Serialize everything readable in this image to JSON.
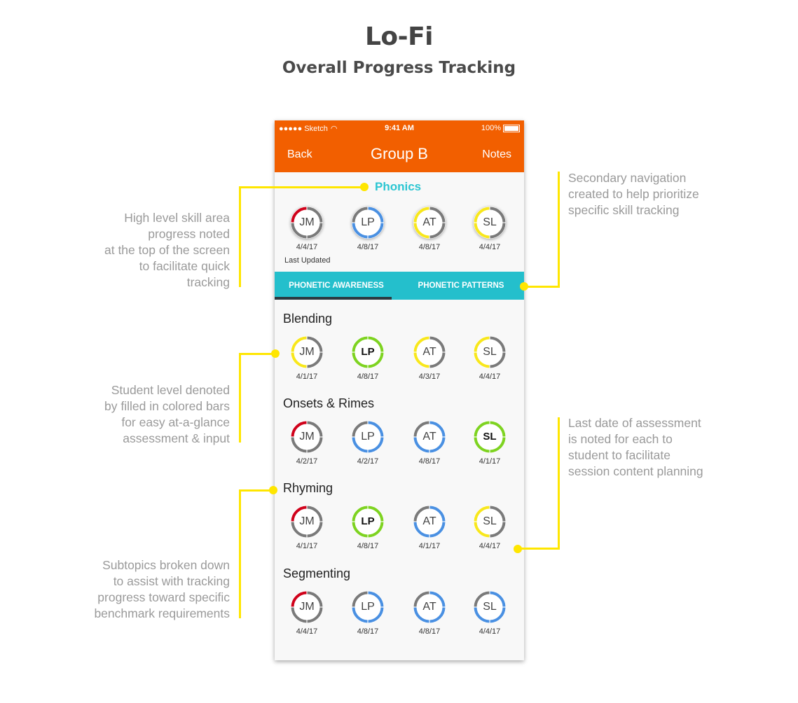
{
  "page": {
    "title": "Lo-Fi",
    "subtitle": "Overall Progress Tracking"
  },
  "status_bar": {
    "carrier": "●●●●● Sketch",
    "time": "9:41 AM",
    "battery": "100%"
  },
  "nav": {
    "back": "Back",
    "title": "Group B",
    "notes": "Notes"
  },
  "phonics": {
    "label": "Phonics",
    "last_updated_label": "Last Updated",
    "students": [
      {
        "initials": "JM",
        "date": "4/4/17",
        "color": "#d0021b",
        "filled_quarters": [
          3
        ]
      },
      {
        "initials": "LP",
        "date": "4/8/17",
        "color": "#4a90e2",
        "filled_quarters": [
          0,
          1,
          2
        ]
      },
      {
        "initials": "AT",
        "date": "4/8/17",
        "color": "#f8e71c",
        "filled_quarters": [
          2,
          3
        ]
      },
      {
        "initials": "SL",
        "date": "4/4/17",
        "color": "#f8e71c",
        "filled_quarters": [
          2,
          3
        ]
      }
    ]
  },
  "tabs": [
    {
      "label": "PHONETIC AWARENESS",
      "active": true
    },
    {
      "label": "PHONETIC PATTERNS",
      "active": false
    }
  ],
  "sections": [
    {
      "title": "Blending",
      "students": [
        {
          "initials": "JM",
          "date": "4/1/17",
          "color": "#f8e71c",
          "filled_quarters": [
            2,
            3
          ]
        },
        {
          "initials": "LP",
          "date": "4/8/17",
          "color": "#7ed321",
          "filled_quarters": [
            0,
            1,
            2,
            3
          ]
        },
        {
          "initials": "AT",
          "date": "4/3/17",
          "color": "#f8e71c",
          "filled_quarters": [
            2,
            3
          ]
        },
        {
          "initials": "SL",
          "date": "4/4/17",
          "color": "#f8e71c",
          "filled_quarters": [
            2,
            3
          ]
        }
      ]
    },
    {
      "title": "Onsets & Rimes",
      "students": [
        {
          "initials": "JM",
          "date": "4/2/17",
          "color": "#d0021b",
          "filled_quarters": [
            3
          ]
        },
        {
          "initials": "LP",
          "date": "4/2/17",
          "color": "#4a90e2",
          "filled_quarters": [
            0,
            1,
            2
          ]
        },
        {
          "initials": "AT",
          "date": "4/8/17",
          "color": "#4a90e2",
          "filled_quarters": [
            0,
            1,
            2
          ]
        },
        {
          "initials": "SL",
          "date": "4/1/17",
          "color": "#7ed321",
          "filled_quarters": [
            0,
            1,
            2,
            3
          ]
        }
      ]
    },
    {
      "title": "Rhyming",
      "students": [
        {
          "initials": "JM",
          "date": "4/1/17",
          "color": "#d0021b",
          "filled_quarters": [
            3
          ]
        },
        {
          "initials": "LP",
          "date": "4/8/17",
          "color": "#7ed321",
          "filled_quarters": [
            0,
            1,
            2,
            3
          ]
        },
        {
          "initials": "AT",
          "date": "4/1/17",
          "color": "#4a90e2",
          "filled_quarters": [
            0,
            1,
            2
          ]
        },
        {
          "initials": "SL",
          "date": "4/4/17",
          "color": "#f8e71c",
          "filled_quarters": [
            2,
            3
          ]
        }
      ]
    },
    {
      "title": "Segmenting",
      "students": [
        {
          "initials": "JM",
          "date": "4/4/17",
          "color": "#d0021b",
          "filled_quarters": [
            3
          ]
        },
        {
          "initials": "LP",
          "date": "4/8/17",
          "color": "#4a90e2",
          "filled_quarters": [
            0,
            1,
            2
          ]
        },
        {
          "initials": "AT",
          "date": "4/8/17",
          "color": "#4a90e2",
          "filled_quarters": [
            0,
            1,
            2
          ]
        },
        {
          "initials": "SL",
          "date": "4/4/17",
          "color": "#4a90e2",
          "filled_quarters": [
            0,
            1,
            2
          ]
        }
      ]
    }
  ],
  "annotations": {
    "skill_area": [
      "High level skill area",
      "progress noted",
      "at the top of the screen",
      "to facilitate quick",
      "tracking"
    ],
    "secondary_nav": [
      "Secondary navigation",
      "created to help prioritize",
      "specific skill tracking"
    ],
    "student_level": [
      "Student level denoted",
      "by filled in colored bars",
      "for easy at-a-glance",
      "assessment & input"
    ],
    "last_date": [
      "Last date of assessment",
      "is noted for each to",
      "student to facilitate",
      "session content planning"
    ],
    "subtopics": [
      "Subtopics broken down",
      "to assist with tracking",
      "progress toward specific",
      "benchmark requirements"
    ]
  },
  "colors": {
    "header": "#f25f00",
    "tabbar": "#24bfcc",
    "accent_yellow": "#ffe600",
    "phonics_label": "#2cc6d2",
    "ring_empty": "#7a7a7a"
  }
}
